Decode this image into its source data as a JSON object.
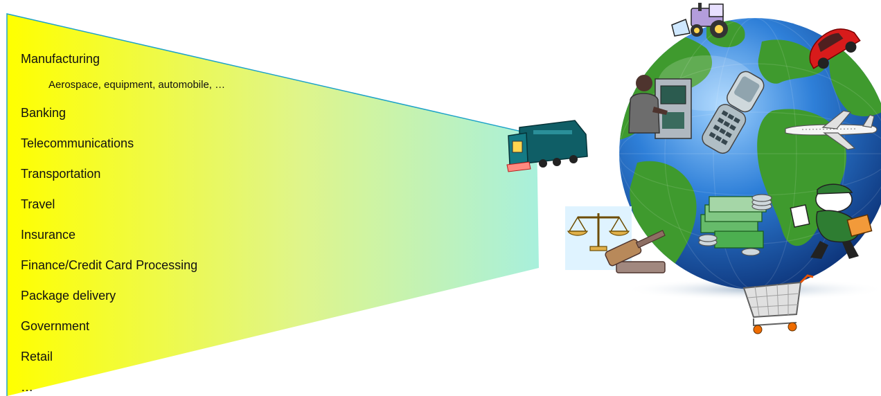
{
  "industries": {
    "items": [
      "Manufacturing",
      "Banking",
      "Telecommunications",
      "Transportation",
      "Travel",
      "Insurance",
      "Finance/Credit Card Processing",
      "Package delivery",
      "Government",
      "Retail",
      "…"
    ],
    "manufacturing_detail": "Aerospace, equipment, automobile, …"
  },
  "illustrations": [
    "globe-icon",
    "tractor-icon",
    "car-icon",
    "atm-user-icon",
    "cell-phone-icon",
    "airplane-icon",
    "train-icon",
    "justice-scales-icon",
    "gavel-icon",
    "money-icon",
    "delivery-person-icon",
    "shopping-cart-icon"
  ],
  "colors": {
    "funnel_start": "#ffff00",
    "funnel_end": "#a8f0dc",
    "funnel_border": "#1fa3c8",
    "ocean": "#1e5fb0",
    "land": "#3f9a2e"
  }
}
